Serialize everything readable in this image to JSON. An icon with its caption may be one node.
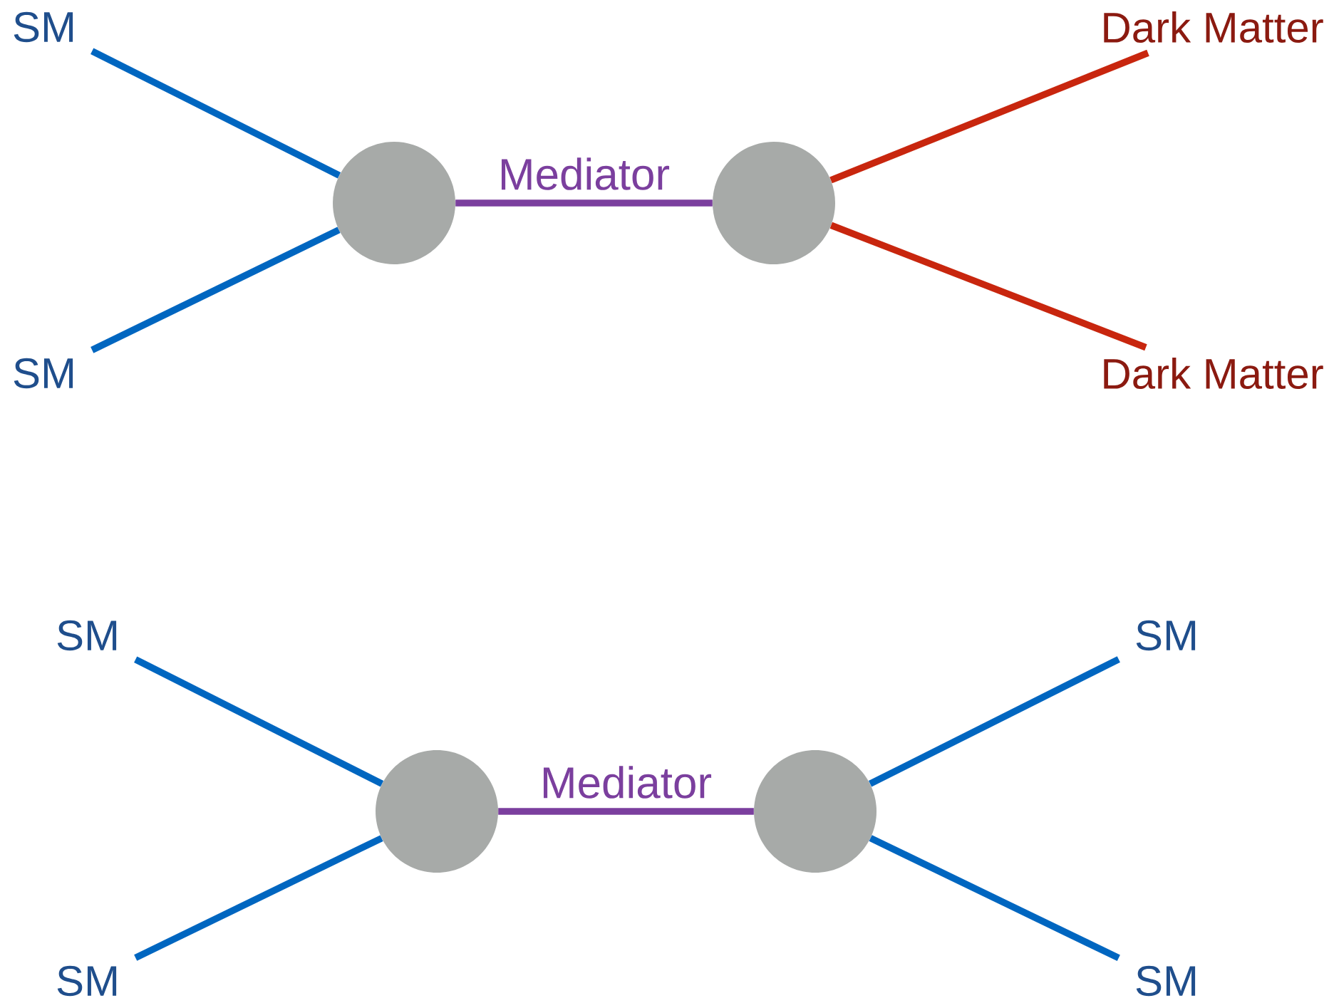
{
  "diagram": {
    "nodes": [
      {
        "text": [
          "SM"
        ]
      },
      {
        "text": [
          "SM"
        ]
      },
      {
        "text": [],
        "shape": "circle"
      },
      {
        "text": [],
        "shape": "circle"
      },
      {
        "text": [
          "Dark Matter"
        ]
      },
      {
        "text": [
          "Dark Matter"
        ]
      },
      {
        "text": [
          "SM"
        ]
      },
      {
        "text": [
          "SM"
        ]
      },
      {
        "text": [],
        "shape": "circle"
      },
      {
        "text": [],
        "shape": "circle"
      },
      {
        "text": [
          "SM"
        ]
      },
      {
        "text": [
          "SM"
        ]
      }
    ],
    "edges": [
      {
        "from": 0,
        "to": 2,
        "arrow": "none",
        "color": "#0066c0"
      },
      {
        "from": 1,
        "to": 2,
        "arrow": "none",
        "color": "#0066c0"
      },
      {
        "from": 2,
        "to": 3,
        "arrow": "none",
        "label": "Mediator",
        "color": "#7b3f9e"
      },
      {
        "from": 3,
        "to": 4,
        "arrow": "none",
        "color": "#c8260e"
      },
      {
        "from": 3,
        "to": 5,
        "arrow": "none",
        "color": "#c8260e"
      },
      {
        "from": 6,
        "to": 8,
        "arrow": "none",
        "color": "#0066c0"
      },
      {
        "from": 7,
        "to": 8,
        "arrow": "none",
        "color": "#0066c0"
      },
      {
        "from": 8,
        "to": 9,
        "arrow": "none",
        "label": "Mediator",
        "color": "#7b3f9e"
      },
      {
        "from": 9,
        "to": 10,
        "arrow": "none",
        "color": "#0066c0"
      },
      {
        "from": 9,
        "to": 11,
        "arrow": "none",
        "color": "#0066c0"
      }
    ]
  }
}
